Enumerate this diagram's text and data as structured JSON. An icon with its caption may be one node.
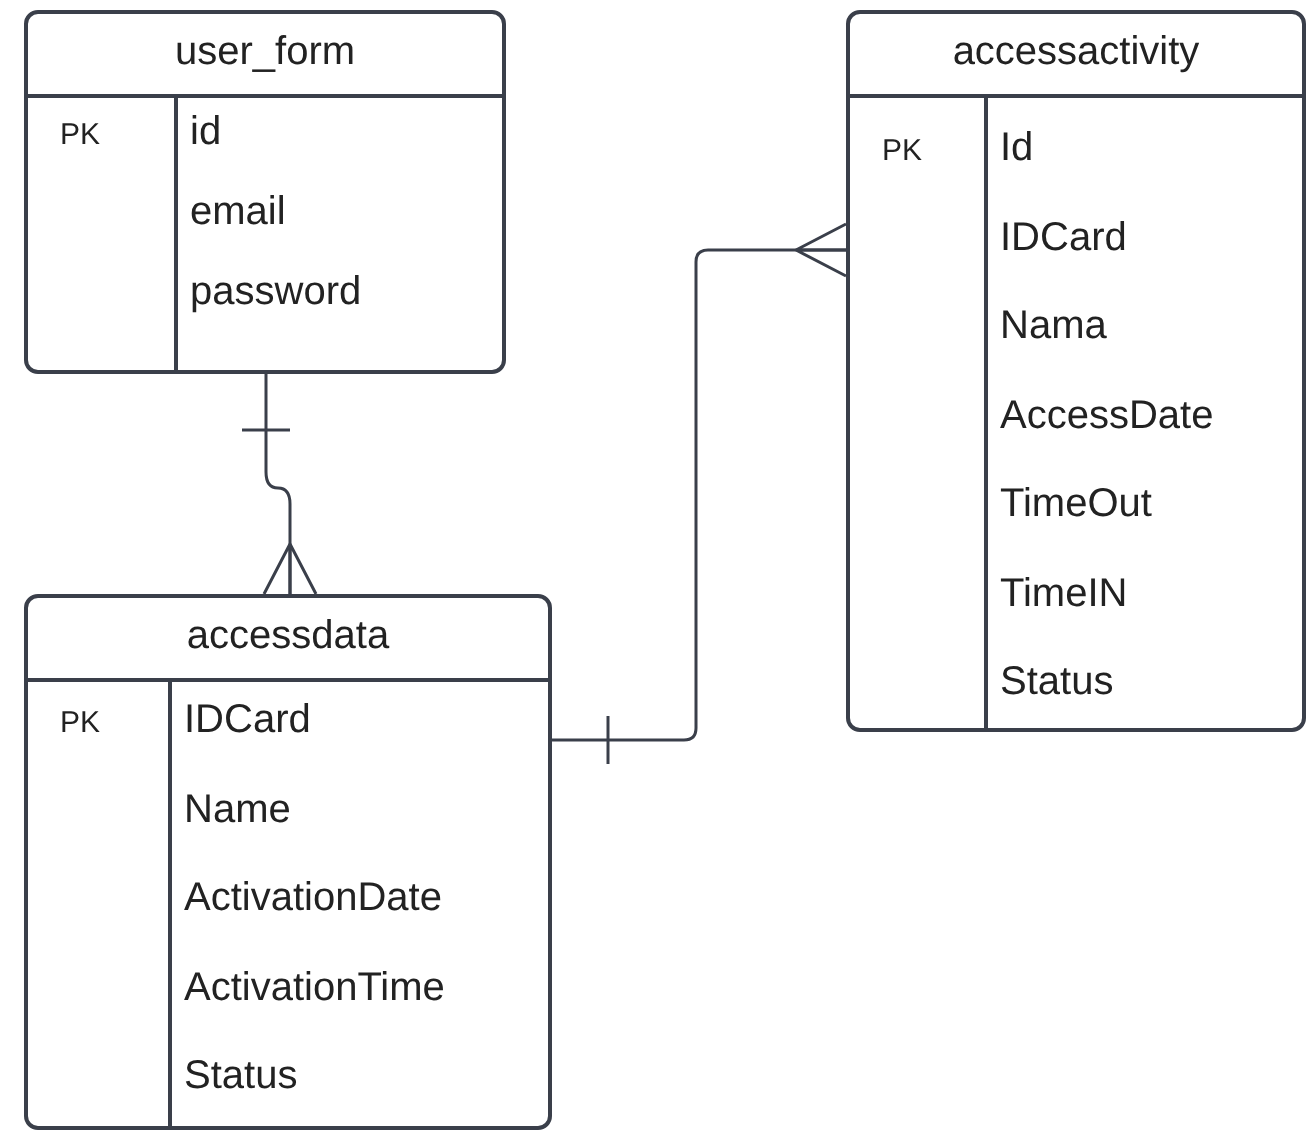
{
  "diagram": {
    "nodes": [
      {
        "text": [
          "user_form",
          "PK",
          "id",
          "email",
          "password"
        ]
      },
      {
        "text": [
          "accessactivity",
          "PK",
          "Id",
          "IDCard",
          "Nama",
          "AccessDate",
          "TimeOut",
          "TimeIN",
          "Status"
        ]
      },
      {
        "text": [
          "accessdata",
          "PK",
          "IDCard",
          "Name",
          "ActivationDate",
          "ActivationTime",
          "Status"
        ]
      }
    ],
    "edges": [
      {
        "from": 0,
        "to": 2,
        "arrow": "other"
      },
      {
        "from": 2,
        "to": 1,
        "arrow": "other"
      }
    ]
  }
}
